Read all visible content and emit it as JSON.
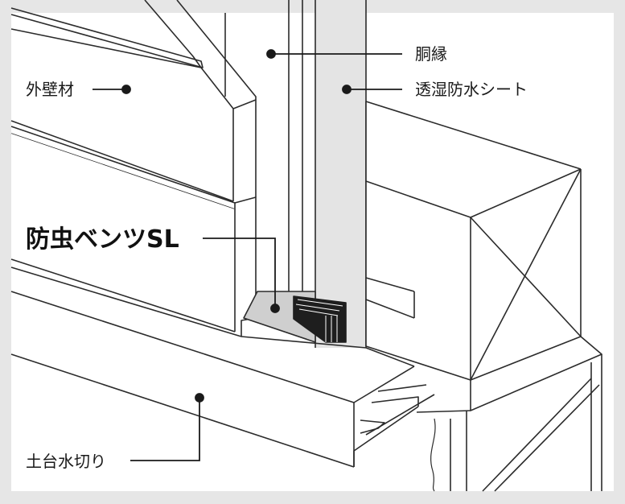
{
  "labels": {
    "exterior_wall": "外壁材",
    "furring_strip": "胴縁",
    "breathable_sheet": "透湿防水シート",
    "product": "防虫ベンツSL",
    "foundation_flashing": "土台水切り"
  },
  "colors": {
    "frame": "#e6e6e6",
    "line": "#2b2b2b",
    "sheet": "#e4e4e4",
    "vent": "#cfcfcf",
    "vent_dark": "#1e1e1e",
    "paper": "#ffffff"
  }
}
